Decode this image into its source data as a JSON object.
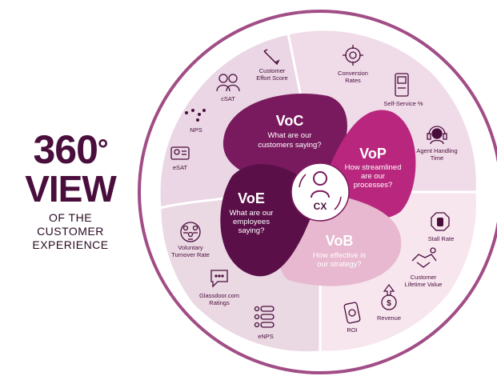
{
  "headline": {
    "number": "360",
    "degree": "°",
    "view": "VIEW",
    "sub1": "OF THE",
    "sub2": "CUSTOMER",
    "sub3": "EXPERIENCE"
  },
  "center": {
    "label": "CX"
  },
  "petals": {
    "voc": {
      "title": "VoC",
      "line1": "What are our",
      "line2": "customers saying?"
    },
    "vop": {
      "title": "VoP",
      "line1": "How streamlined",
      "line2": "are our",
      "line3": "processes?"
    },
    "vob": {
      "title": "VoB",
      "line1": "How effective is",
      "line2": "our strategy?"
    },
    "voe": {
      "title": "VoE",
      "line1": "What are our",
      "line2": "employees",
      "line3": "saying?"
    }
  },
  "metrics": {
    "customer_effort": {
      "line1": "Customer",
      "line2": "Effort Score",
      "icon": "pencil-icon"
    },
    "csat": {
      "label": "cSAT",
      "icon": "people-icon"
    },
    "nps": {
      "label": "NPS",
      "icon": "dots-icon"
    },
    "esat": {
      "label": "eSAT",
      "icon": "id-badge-icon"
    },
    "conversion": {
      "line1": "Conversion",
      "line2": "Rates",
      "icon": "target-icon"
    },
    "self_service": {
      "label": "Self-Service %",
      "icon": "kiosk-icon"
    },
    "aht": {
      "line1": "Agent Handling",
      "line2": "Time",
      "icon": "headset-icon"
    },
    "stall": {
      "label": "Stall Rate",
      "icon": "stop-hand-icon"
    },
    "clv": {
      "line1": "Customer",
      "line2": "Lifetime Value",
      "icon": "handshake-icon"
    },
    "revenue": {
      "label": "Revenue",
      "icon": "dollar-up-icon"
    },
    "roi": {
      "label": "ROI",
      "icon": "phone-money-icon"
    },
    "turnover": {
      "line1": "Voluntary",
      "line2": "Turnover Rate",
      "icon": "group-icon"
    },
    "glassdoor": {
      "line1": "Glassdoor.com",
      "line2": "Ratings",
      "icon": "chat-bubble-icon"
    },
    "enps": {
      "label": "eNPS",
      "icon": "list-icon"
    }
  },
  "colors": {
    "dark": "#4a0e3d",
    "voc": "#7a1a5e",
    "vop": "#b8277d",
    "vob": "#e7b8cf",
    "voe": "#5b0f48",
    "outer_ring": "#a14d86",
    "quad_tl": "#ead6e4",
    "quad_tr": "#f0dbe8",
    "quad_br": "#f7e6ee",
    "quad_bl": "#ead8e3"
  }
}
